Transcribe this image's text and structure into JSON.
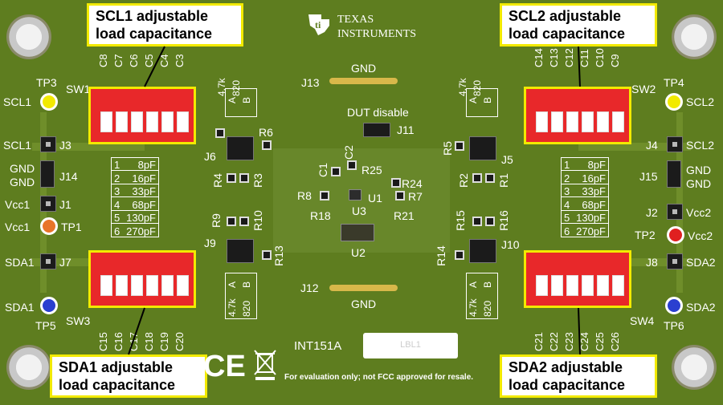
{
  "callouts": {
    "scl1": "SCL1 adjustable load capacitance",
    "scl2": "SCL2 adjustable load capacitance",
    "sda1": "SDA1 adjustable load capacitance",
    "sda2": "SDA2 adjustable load capacitance"
  },
  "logo": {
    "line1": "TEXAS",
    "line2": "INSTRUMENTS"
  },
  "labels": {
    "gnd_top": "GND",
    "j13": "J13",
    "dut_disable": "DUT disable",
    "j11": "J11",
    "gnd_bottom": "GND",
    "j12": "J12",
    "int": "INT151A",
    "lbl": "LBL1",
    "disclaimer": "For evaluation only; not FCC approved for resale.",
    "ce": "CE",
    "tp3": "TP3",
    "tp4": "TP4",
    "tp5": "TP5",
    "tp6": "TP6",
    "tp1": "TP1",
    "tp2": "TP2",
    "sw1": "SW1",
    "sw2": "SW2",
    "sw3": "SW3",
    "sw4": "SW4",
    "scl1": "SCL1",
    "scl2": "SCL2",
    "sda1": "SDA1",
    "sda2": "SDA2",
    "vcc1": "Vcc1",
    "vcc2": "Vcc2",
    "j3": "J3",
    "j4": "J4",
    "j14": "J14",
    "j15": "J15",
    "j1": "J1",
    "j2": "J2",
    "j7": "J7",
    "j8": "J8",
    "gnd": "GND",
    "j6": "J6",
    "j5": "J5",
    "j9": "J9",
    "j10": "J10",
    "r6": "R6",
    "r5": "R5",
    "r4": "R4",
    "r3": "R3",
    "r2": "R2",
    "r1": "R1",
    "r9": "R9",
    "r10": "R10",
    "r13": "R13",
    "r14": "R14",
    "r15": "R15",
    "r16": "R16",
    "c1": "C1",
    "c2": "C2",
    "r25": "R25",
    "r24": "R24",
    "r8": "R8",
    "r7": "R7",
    "r18": "R18",
    "r21": "R21",
    "u1": "U1",
    "u3": "U3",
    "u2": "U2",
    "res_a": "A",
    "res_b": "B",
    "res_47k": "4.7k",
    "res_820": "820"
  },
  "caps_top_left": [
    "C8",
    "C7",
    "C6",
    "C5",
    "C4",
    "C3"
  ],
  "caps_top_right": [
    "C14",
    "C13",
    "C12",
    "C11",
    "C10",
    "C9"
  ],
  "caps_bottom_left": [
    "C15",
    "C16",
    "C17",
    "C18",
    "C19",
    "C20"
  ],
  "caps_bottom_right": [
    "C21",
    "C22",
    "C23",
    "C24",
    "C25",
    "C26"
  ],
  "cap_table": [
    {
      "n": "1",
      "v": "8pF"
    },
    {
      "n": "2",
      "v": "16pF"
    },
    {
      "n": "3",
      "v": "33pF"
    },
    {
      "n": "4",
      "v": "68pF"
    },
    {
      "n": "5",
      "v": "130pF"
    },
    {
      "n": "6",
      "v": "270pF"
    }
  ]
}
